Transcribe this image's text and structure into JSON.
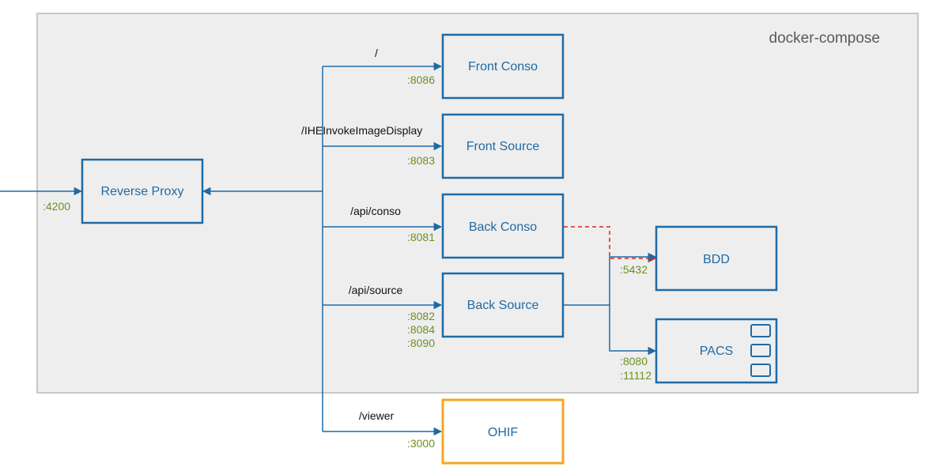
{
  "compose": {
    "label": "docker-compose"
  },
  "services": {
    "reverse_proxy": {
      "label": "Reverse Proxy",
      "port": ":4200"
    },
    "front_conso": {
      "label": "Front Conso",
      "route": "/",
      "port": ":8086"
    },
    "front_source": {
      "label": "Front Source",
      "route": "/IHEInvokeImageDisplay",
      "port": ":8083"
    },
    "back_conso": {
      "label": "Back Conso",
      "route": "/api/conso",
      "port": ":8081"
    },
    "back_source": {
      "label": "Back Source",
      "route": "/api/source",
      "ports": [
        ":8082",
        ":8084",
        ":8090"
      ]
    },
    "bdd": {
      "label": "BDD",
      "port": ":5432"
    },
    "pacs": {
      "label": "PACS",
      "ports": [
        ":8080",
        ":11112"
      ]
    },
    "ohif": {
      "label": "OHIF",
      "route": "/viewer",
      "port": ":3000"
    }
  },
  "colors": {
    "box_stroke": "#1f6aa5",
    "box_text": "#1f6aa5",
    "port_text": "#6e8f1f",
    "compose_fill": "#eeeeee",
    "compose_stroke": "#c8c8c8",
    "db_link": "#e0201b",
    "external_box": "#f5a623"
  }
}
